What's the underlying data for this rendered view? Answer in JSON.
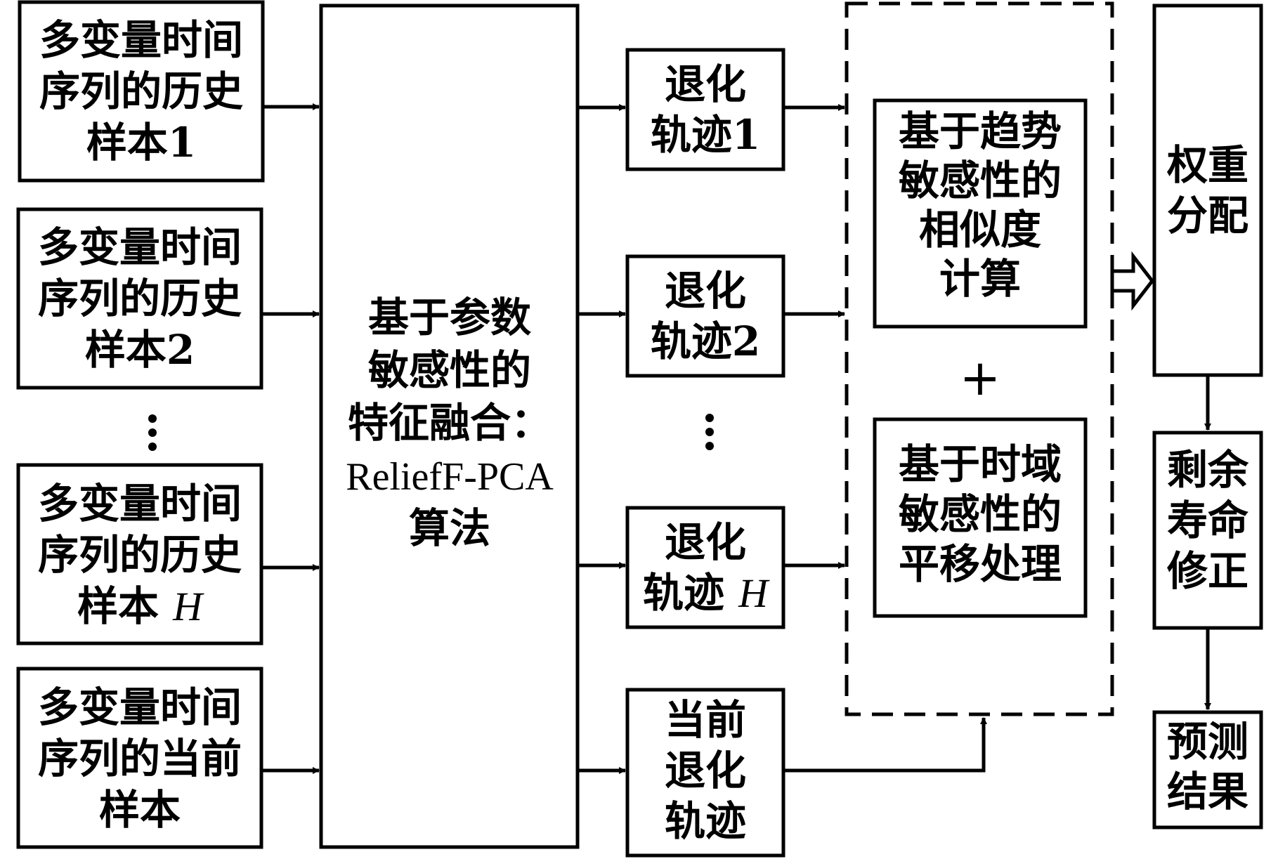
{
  "inputs": [
    {
      "l1": "多变量时间",
      "l2": "序列的历史",
      "l3": "样本1",
      "l3_suffix": ""
    },
    {
      "l1": "多变量时间",
      "l2": "序列的历史",
      "l3": "样本2",
      "l3_suffix": ""
    },
    {
      "l1": "多变量时间",
      "l2": "序列的历史",
      "l3": "样本 ",
      "l3_suffix": "H"
    },
    {
      "l1": "多变量时间",
      "l2": "序列的当前",
      "l3": "样本",
      "l3_suffix": ""
    }
  ],
  "fusion": {
    "l1": "基于参数",
    "l2": "敏感性的",
    "l3": "特征融合：",
    "l4": "ReliefF-PCA",
    "l5": "算法"
  },
  "trajectories": [
    {
      "l1": "退化",
      "l2": "轨迹1",
      "l2_suffix": ""
    },
    {
      "l1": "退化",
      "l2": "轨迹2",
      "l2_suffix": ""
    },
    {
      "l1": "退化",
      "l2": "轨迹 ",
      "l2_suffix": "H"
    }
  ],
  "current": {
    "l1": "当前",
    "l2": "退化",
    "l3": "轨迹"
  },
  "similarity": {
    "l1": "基于趋势",
    "l2": "敏感性的",
    "l3": "相似度",
    "l4": "计算"
  },
  "plus": "+",
  "shift": {
    "l1": "基于时域",
    "l2": "敏感性的",
    "l3": "平移处理"
  },
  "weight": {
    "l1": "权重",
    "l2": "分配"
  },
  "correction": {
    "l1": "剩余",
    "l2": "寿命",
    "l3": "修正"
  },
  "result": {
    "l1": "预测",
    "l2": "结果"
  }
}
